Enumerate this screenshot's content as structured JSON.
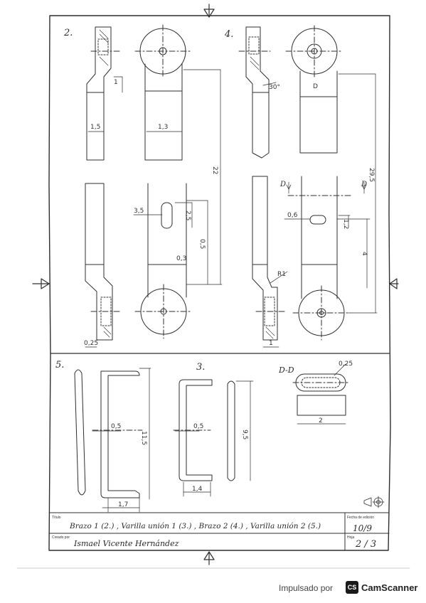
{
  "views": {
    "v2": "2.",
    "v4": "4.",
    "v5": "5.",
    "v3": "3.",
    "section": "D-D",
    "cut1": "D",
    "cut2": "D"
  },
  "dims": {
    "d_1a": "1",
    "d_15": "1,5",
    "d_13": "1,3",
    "d_22": "22",
    "d_35a": "3,5",
    "d_25": "2,5",
    "d_05a": "0,5",
    "d_03": "0,3",
    "d_025": "0,25",
    "d_30": "30°",
    "d_D": "D",
    "d_06": "0,6",
    "d_12": "1,2",
    "d_295": "29,5",
    "d_4": "4",
    "d_r1": "R1",
    "d_1b": "1",
    "d_05b": "0,5",
    "d_115": "11,5",
    "d_17": "1,7",
    "d_05c": "0,5",
    "d_14": "1,4",
    "d_95": "9,5",
    "d_025b": "0,25",
    "d_2": "2"
  },
  "titleblock": {
    "titulo_label": "Título",
    "titulo": "Brazo 1 (2.) , Varilla unión 1 (3.) , Brazo 2 (4.) , Varilla unión 2 (5.)",
    "fecha_label": "Fecha de edición",
    "fecha": "10/9",
    "creado_label": "Creado por",
    "autor": "Ismael Vicente Hernández",
    "hoja_label": "Hoja",
    "hoja": "2 / 3"
  },
  "footer": {
    "powered": "Impulsado por",
    "logo": "CS",
    "brand": "CamScanner"
  }
}
